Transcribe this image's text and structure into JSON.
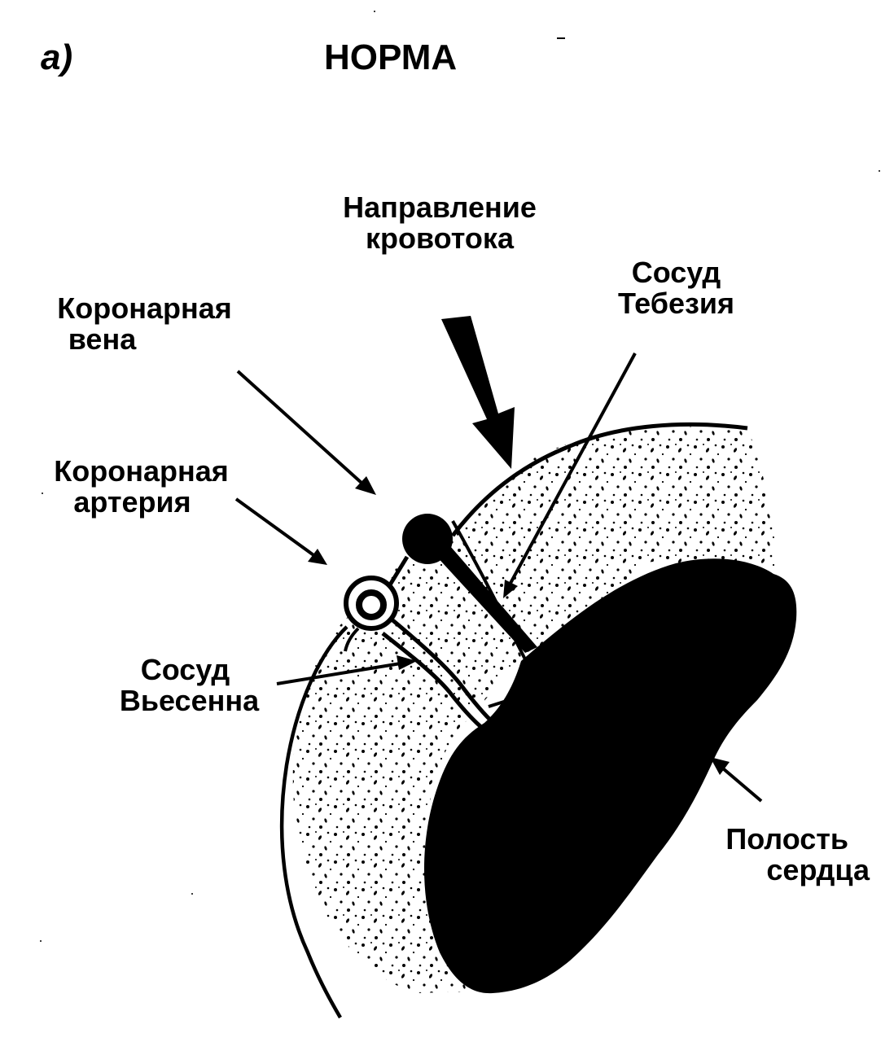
{
  "panel_label": "а)",
  "title": "НОРМА",
  "labels": {
    "flow_line1": "Направление",
    "flow_line2": "кровотока",
    "thebesian_line1": "Сосуд",
    "thebesian_line2": "Тебезия",
    "coronary_vein_line1": "Коронарная",
    "coronary_vein_line2": "вена",
    "coronary_artery_line1": "Коронарная",
    "coronary_artery_line2": "артерия",
    "vieussens_line1": "Сосуд",
    "vieussens_line2": "Вьесенна",
    "cavity_line1": "Полость",
    "cavity_line2": "сердца"
  },
  "colors": {
    "ink": "#000000",
    "paper": "#ffffff"
  }
}
